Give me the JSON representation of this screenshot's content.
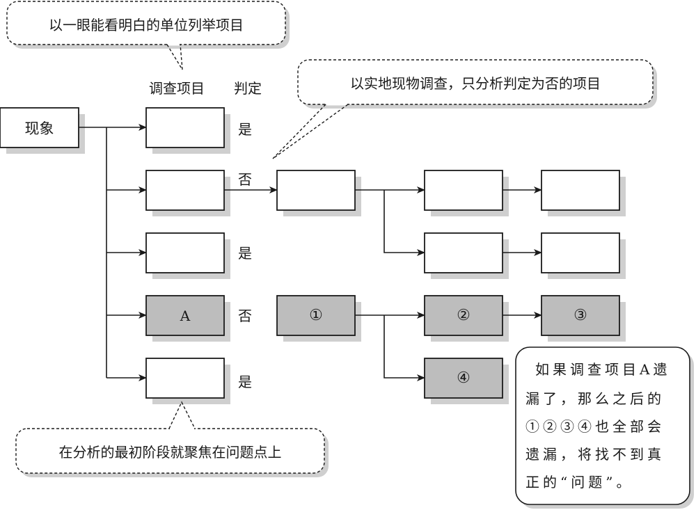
{
  "colors": {
    "line": "#1a1a1a",
    "box_fill": "#ffffff",
    "highlight_fill": "#bdbdbd",
    "shadow": "#cfcfcf"
  },
  "headers": {
    "survey_item": "调查项目",
    "judgement": "判定"
  },
  "phenomenon": {
    "label": "现象"
  },
  "survey_items": [
    {
      "label": "",
      "judgement": "是",
      "highlighted": false
    },
    {
      "label": "",
      "judgement": "否",
      "highlighted": false
    },
    {
      "label": "",
      "judgement": "是",
      "highlighted": false
    },
    {
      "label": "A",
      "judgement": "否",
      "highlighted": true
    },
    {
      "label": "",
      "judgement": "是",
      "highlighted": false
    }
  ],
  "branch_upper": {
    "root": {
      "label": "",
      "highlighted": false
    },
    "children": [
      {
        "label": "",
        "highlighted": false,
        "next": {
          "label": "",
          "highlighted": false
        }
      },
      {
        "label": "",
        "highlighted": false,
        "next": {
          "label": "",
          "highlighted": false
        }
      }
    ]
  },
  "branch_lower": {
    "root": {
      "label": "①",
      "highlighted": true
    },
    "children": [
      {
        "label": "②",
        "highlighted": true,
        "next": {
          "label": "③",
          "highlighted": true
        }
      },
      {
        "label": "④",
        "highlighted": true
      }
    ]
  },
  "callouts": {
    "top_left": "以一眼能看明白的单位列举项目",
    "top_right": "以实地现物调查，只分析判定为否的项目",
    "bottom_left": "在分析的最初阶段就聚焦在问题点上"
  },
  "note": {
    "lines": [
      "如果调查项目A遗",
      "漏了，那么之后的",
      "①②③④也全部会",
      "遗漏，将找不到真",
      "正的“问题”。"
    ]
  }
}
